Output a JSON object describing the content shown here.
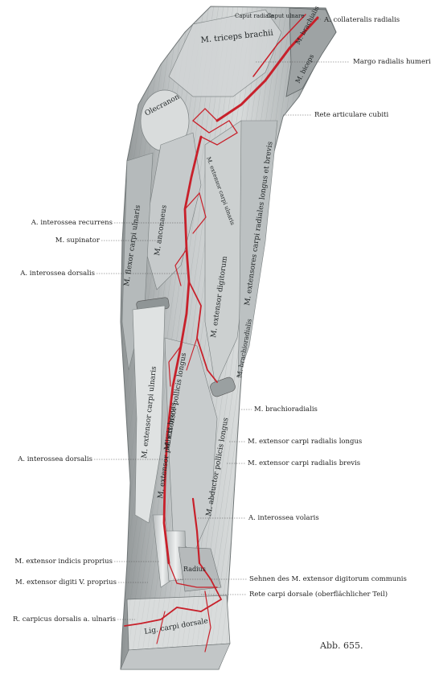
{
  "figure_label": "Abb. 655.",
  "labels_right": [
    "A. collateralis radialis",
    "Margo radialis humeri",
    "Rete articulare cubiti",
    "M. brachioradialis",
    "M. extensor carpi radialis longus",
    "M. extensor carpi radialis brevis",
    "A. interossea volaris",
    "Sehnen des M. extensor digitorum communis",
    "Rete carpi dorsale (oberflächlicher Teil)"
  ],
  "labels_left": [
    "A. interossea recurrens",
    "M. supinator",
    "A. interossea dorsalis",
    "A. interossea dorsalis",
    "M. extensor indicis proprius",
    "M. extensor digiti V. proprius",
    "R. carpicus dorsalis a. ulnaris"
  ],
  "inline_labels": [
    "Caput radiale",
    "Caput ulnare",
    "M. triceps brachii",
    "M. brachialis",
    "M. biceps",
    "Olecranon",
    "M. extensor carpi ulnaris",
    "M. anconaeus",
    "M. flexor carpi ulnaris",
    "M. extensor digitorum",
    "M. extensores carpi radiales longus et brevis",
    "M. extensor carpi ulnaris",
    "M. extensor pollicis longus",
    "M. extensor pollicis brevis",
    "M. abductor pollicis longus",
    "M. brachioradialis",
    "Radius",
    "Lig. carpi dorsale"
  ],
  "colors": {
    "muscle": "#c9cccd",
    "muscle_dark": "#8e9394",
    "tendon": "#e4e6e6",
    "artery": "#c8202a",
    "bone": "#b8bcbd",
    "leader": "#555555"
  }
}
